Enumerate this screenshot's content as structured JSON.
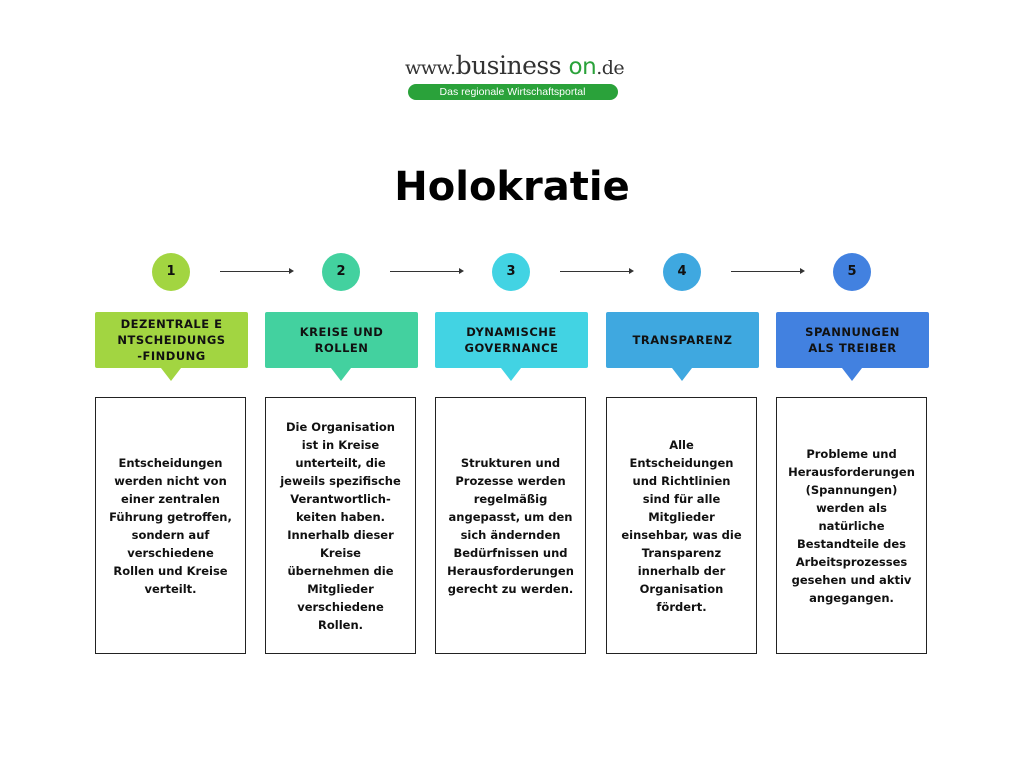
{
  "logo": {
    "prefix": "www.",
    "business": "business",
    "on": "on",
    ".de": ".de",
    "tagline": "Das regionale Wirtschaftsportal"
  },
  "title": "Holokratie",
  "steps": [
    {
      "number": "1",
      "heading": "DEZENTRALE ENTSCHEIDUNGS-FINDUNG",
      "color": "#a2d541",
      "text": "Entscheidungen werden nicht von einer zentralen Führung getroffen, sondern auf verschiedene Rollen und Kreise verteilt."
    },
    {
      "number": "2",
      "heading": "KREISE UND ROLLEN",
      "color": "#43d19f",
      "text": "Die Organisation ist in Kreise unterteilt, die jeweils spezifische Verantwortlich-keiten haben. Innerhalb dieser Kreise übernehmen die Mitglieder verschiedene Rollen."
    },
    {
      "number": "3",
      "heading": "DYNAMISCHE GOVERNANCE",
      "color": "#42d3e3",
      "text": "Strukturen und Prozesse werden regelmäßig angepasst, um den sich ändernden Bedürfnissen und Herausforderungen gerecht zu werden."
    },
    {
      "number": "4",
      "heading": "TRANSPARENZ",
      "color": "#3fa8e0",
      "text": "Alle Entscheidungen und Richtlinien sind für alle Mitglieder einsehbar, was die Transparenz innerhalb der Organisation fördert."
    },
    {
      "number": "5",
      "heading": "SPANNUNGEN ALS TREIBER",
      "color": "#4281e0",
      "text": "Probleme und Herausforderungen (Spannungen) werden als natürliche Bestandteile des Arbeitsprozesses gesehen und aktiv angegangen."
    }
  ]
}
